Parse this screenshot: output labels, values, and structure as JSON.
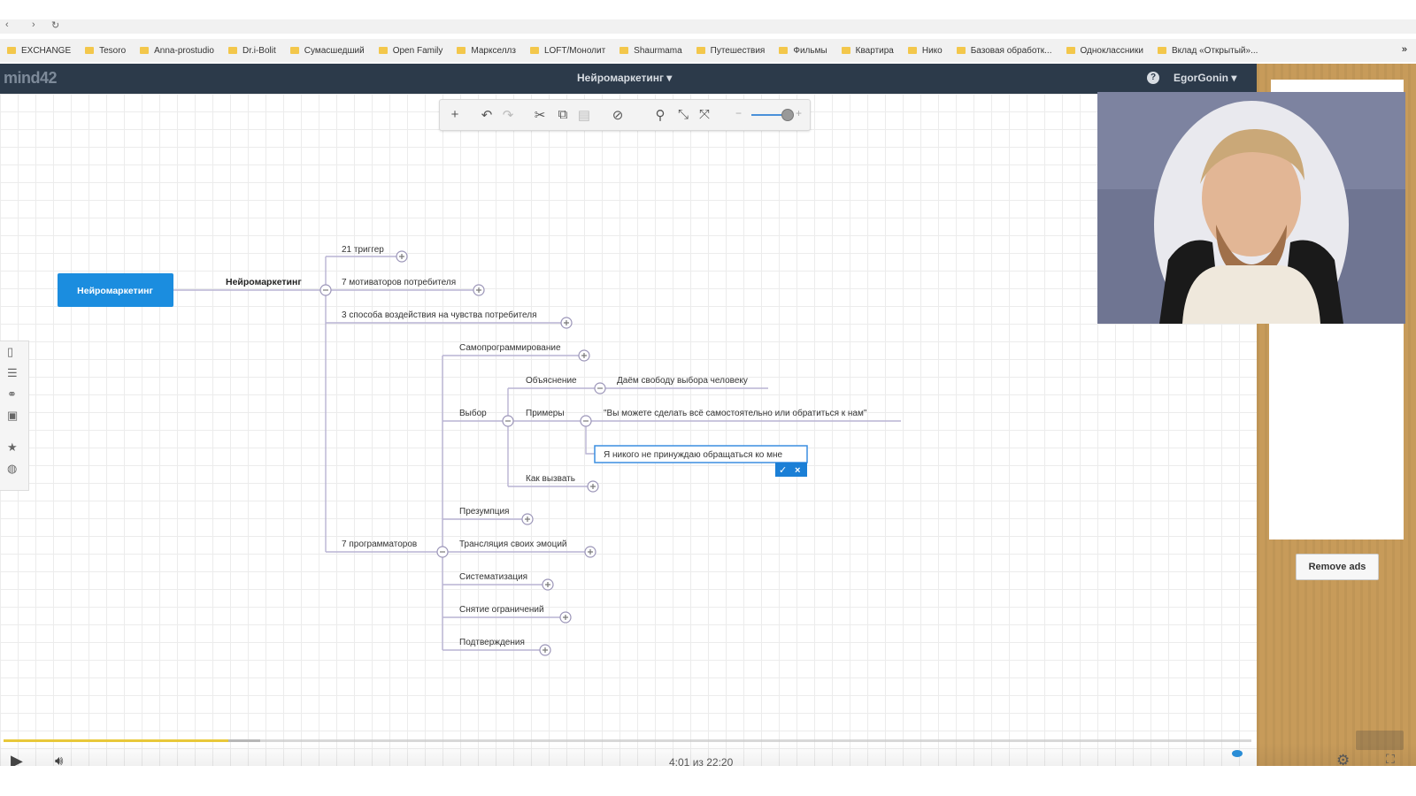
{
  "bookmarks": {
    "items": [
      "EXCHANGE",
      "Tesoro",
      "Anna-prostudio",
      "Dr.i-Bolit",
      "Сумасшедший",
      "Open Family",
      "Маркселлз",
      "LOFT/Монолит",
      "Shaurmama",
      "Путешествия",
      "Фильмы",
      "Квартира",
      "Нико",
      "Базовая обработк...",
      "Одноклассники",
      "Вклад «Открытый»..."
    ],
    "more": "»"
  },
  "app": {
    "logo": "mind42",
    "doc_title": "Нейромаркетинг ▾",
    "help": "?",
    "user": "EgorGonin ▾"
  },
  "ads": {
    "remove_label": "Remove ads"
  },
  "mindmap": {
    "root": "Нейромаркетинг",
    "hub": "Нейромаркетинг",
    "nodes": {
      "n21": "21 триггер",
      "n7mot": "7 мотиваторов потребителя",
      "n3sp": "3 способа воздействия на чувства потребителя",
      "n7prog": "7 программаторов",
      "selfprog": "Самопрограммирование",
      "choice": "Выбор",
      "explain": "Объяснение",
      "freedom": "Даём свободу выбора человеку",
      "examples": "Примеры",
      "quote": "\"Вы можете сделать всё самостоятельно или обратиться к нам\"",
      "edit": "Я никого не принуждаю обращаться ко мне",
      "howcall": "Как вызвать",
      "presump": "Презумпция",
      "translate": "Трансляция своих эмоций",
      "system": "Систематизация",
      "limits": "Снятие ограничений",
      "confirm": "Подтверждения"
    }
  },
  "video": {
    "time": "4:01 из 22:20",
    "progress": 0.18
  }
}
